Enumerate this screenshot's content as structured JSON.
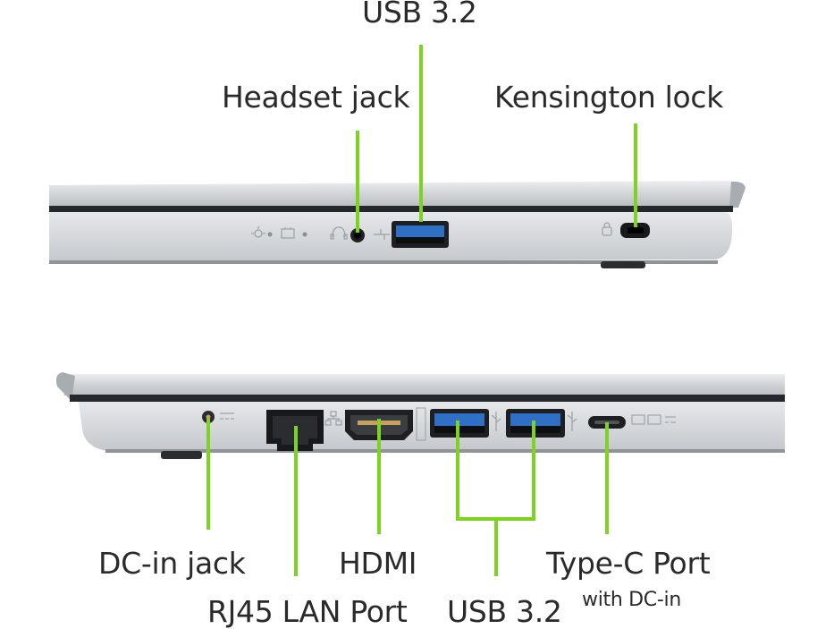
{
  "colors": {
    "leader": "#7ed321",
    "chassis": "#d4d6d9",
    "chassis_dark": "#25282c",
    "usb_blue": "#2f6fc6",
    "label": "#2a2a2a"
  },
  "top_view": {
    "labels": {
      "usb": "USB 3.2",
      "headset": "Headset jack",
      "kensington": "Kensington lock"
    },
    "icons": [
      "power-indicator-icon",
      "battery-indicator-icon",
      "headset-icon",
      "usb-icon",
      "lock-icon"
    ]
  },
  "bottom_view": {
    "labels": {
      "dc_in": "DC-in jack",
      "rj45": "RJ45 LAN Port",
      "hdmi": "HDMI",
      "usb": "USB 3.2",
      "typec": "Type-C Port",
      "typec_note": "with DC-in"
    },
    "icons": [
      "dc-in-icon",
      "network-icon",
      "hdmi-icon",
      "usb-icon",
      "usb-icon",
      "type-c-icon"
    ]
  }
}
